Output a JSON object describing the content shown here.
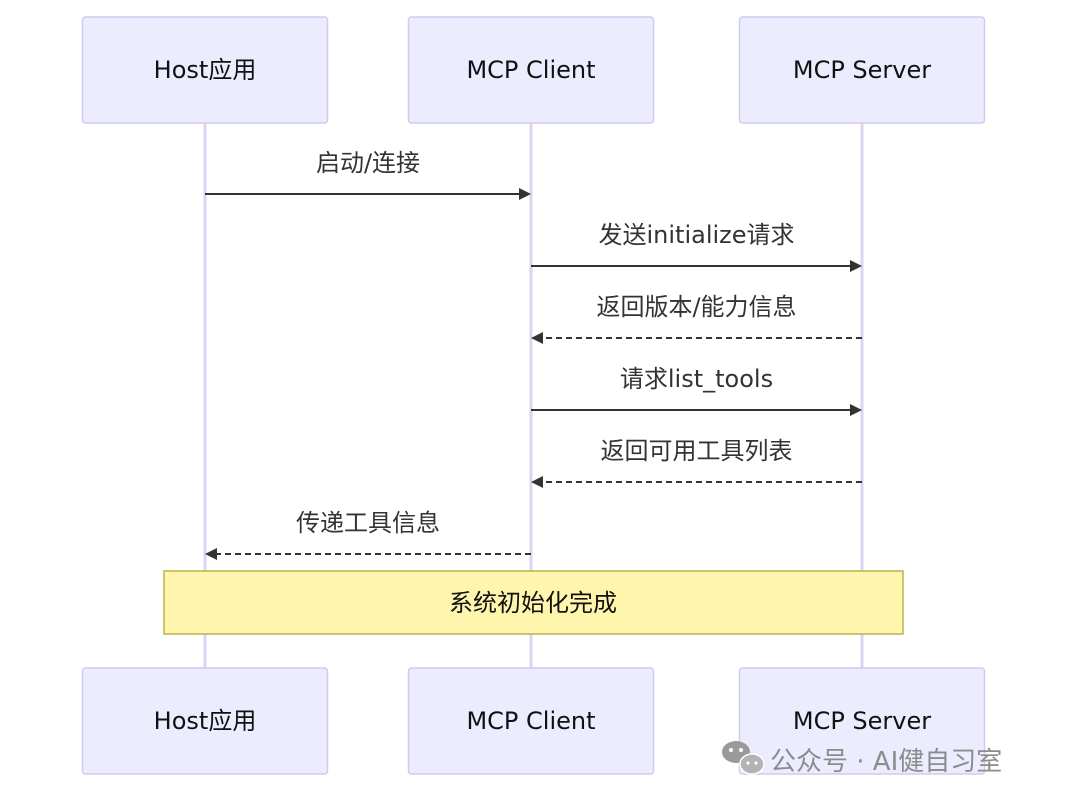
{
  "actors": [
    {
      "id": "host",
      "label": "Host应用"
    },
    {
      "id": "client",
      "label": "MCP Client"
    },
    {
      "id": "server",
      "label": "MCP Server"
    }
  ],
  "messages": [
    {
      "from": "host",
      "to": "client",
      "label": "启动/连接",
      "style": "solid"
    },
    {
      "from": "client",
      "to": "server",
      "label": "发送initialize请求",
      "style": "solid"
    },
    {
      "from": "server",
      "to": "client",
      "label": "返回版本/能力信息",
      "style": "dashed"
    },
    {
      "from": "client",
      "to": "server",
      "label": "请求list_tools",
      "style": "solid"
    },
    {
      "from": "server",
      "to": "client",
      "label": "返回可用工具列表",
      "style": "dashed"
    },
    {
      "from": "client",
      "to": "host",
      "label": "传递工具信息",
      "style": "dashed"
    }
  ],
  "note": {
    "over": [
      "host",
      "server"
    ],
    "label": "系统初始化完成"
  },
  "watermark": {
    "text": "公众号 · AI健自习室",
    "icon": "wechat-icon"
  },
  "colors": {
    "actor_fill": "#ececff",
    "actor_border": "#d4c9f0",
    "lifeline": "#ddd2f3",
    "arrow": "#333333",
    "note_fill": "#fff5ad",
    "note_border": "#b9b54a"
  }
}
